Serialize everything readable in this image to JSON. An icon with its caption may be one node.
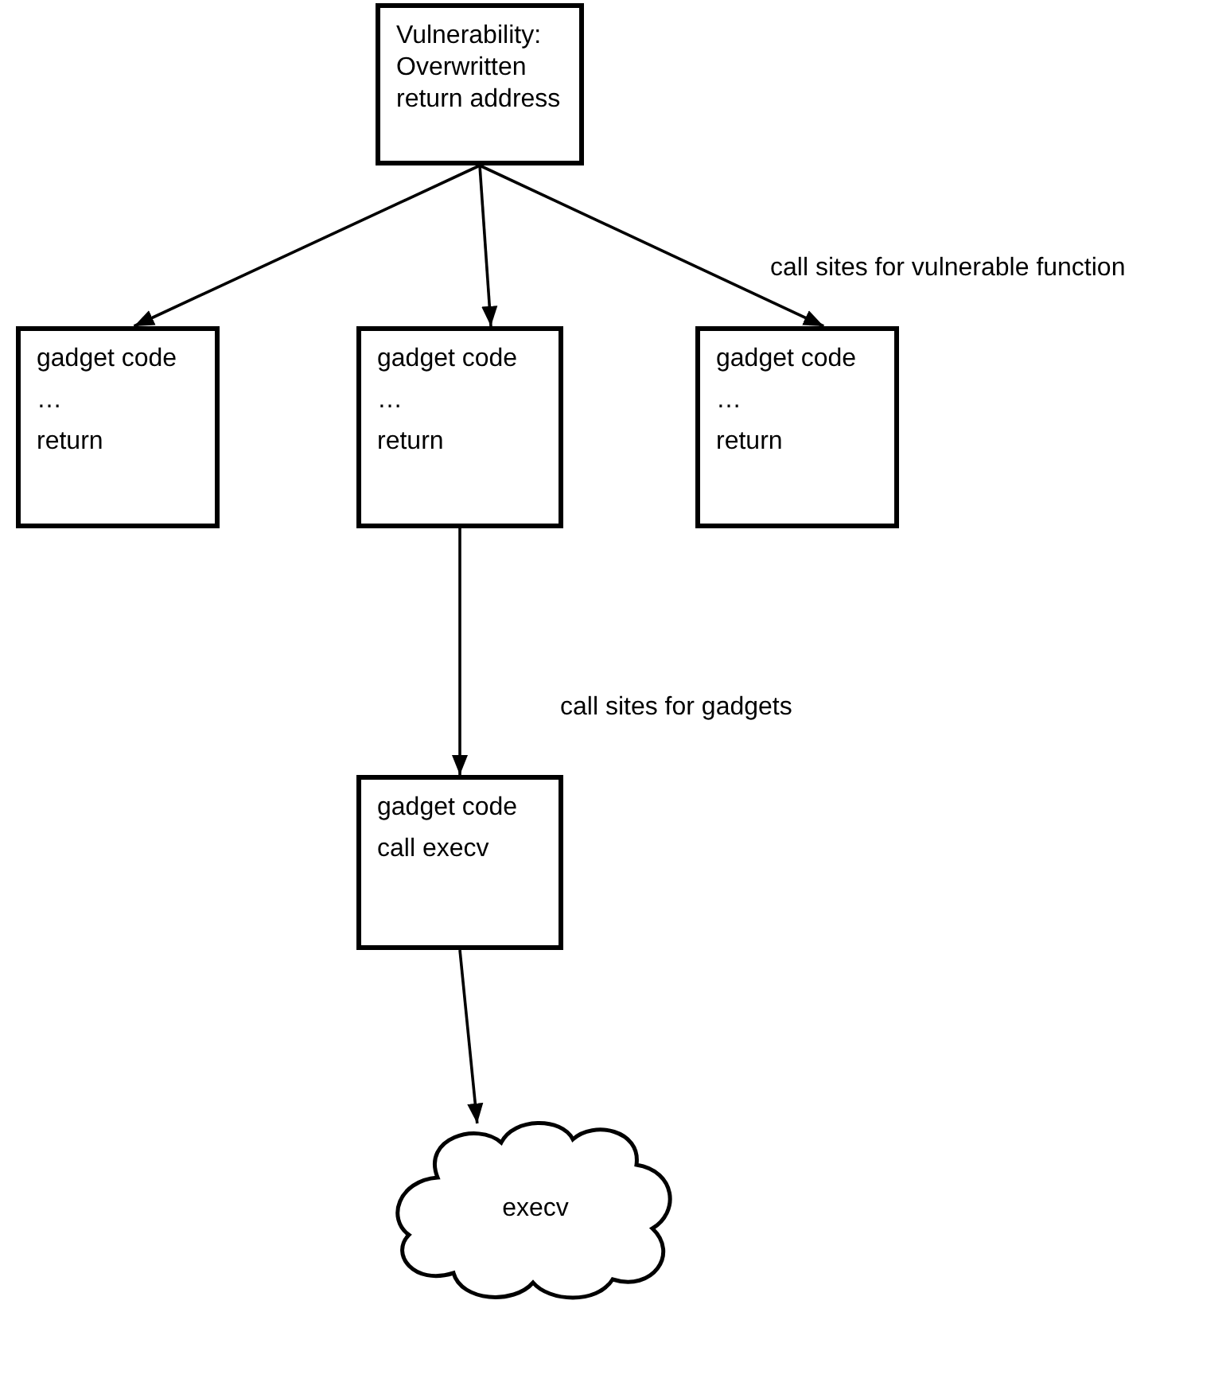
{
  "diagram": {
    "nodes": [
      {
        "text": [
          "Vulnerability: Overwritten return address"
        ]
      },
      {
        "text": [
          "gadget code",
          "…",
          "return"
        ]
      },
      {
        "text": [
          "gadget code",
          "…",
          "return"
        ]
      },
      {
        "text": [
          "gadget code",
          "…",
          "return"
        ]
      },
      {
        "text": [
          "gadget code",
          "call execv"
        ]
      },
      {
        "text": [
          "execv"
        ]
      }
    ],
    "edges": [
      {
        "from": 0,
        "to": 1,
        "arrow": "to"
      },
      {
        "from": 0,
        "to": 2,
        "arrow": "to"
      },
      {
        "from": 0,
        "to": 3,
        "arrow": "to"
      },
      {
        "from": 2,
        "to": 4,
        "arrow": "to",
        "label": "call sites for gadgets"
      },
      {
        "from": 4,
        "to": 5,
        "arrow": "to"
      }
    ],
    "labels": [
      "call sites for vulnerable function"
    ]
  }
}
